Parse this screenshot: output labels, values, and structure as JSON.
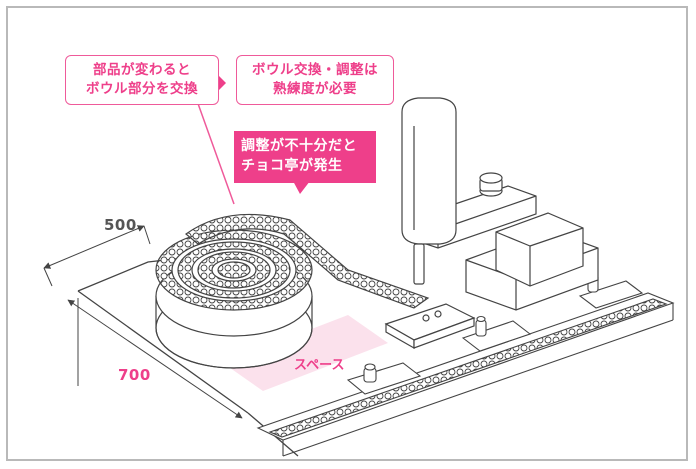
{
  "callouts": {
    "bowl_change": [
      "部品が変わると",
      "ボウル部分を交換"
    ],
    "skill": [
      "ボウル交換・調整は",
      "熟練度が必要"
    ]
  },
  "warning": [
    "調整が不十分だと",
    "チョコ亭が発生"
  ],
  "dimensions": {
    "width": "500",
    "depth": "700"
  },
  "space_label": "スペース",
  "colors": {
    "accent": "#ee3f8a",
    "callout_border": "#ef5a9a",
    "space_fill": "#fbe1ec",
    "frame": "#b9b9b9",
    "line": "#555555"
  }
}
